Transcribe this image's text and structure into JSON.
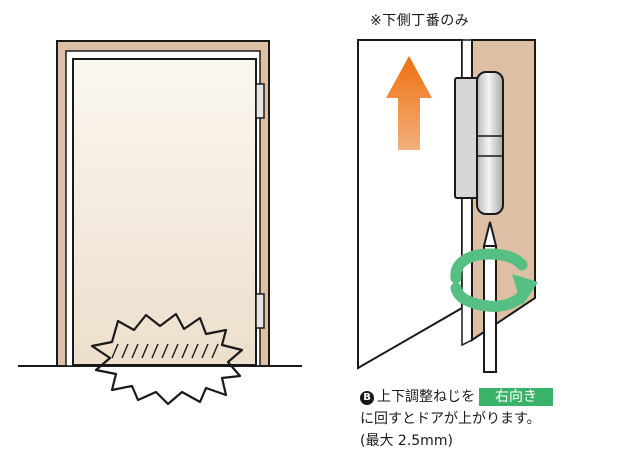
{
  "note": "※下側丁番のみ",
  "caption": {
    "step": "B",
    "line1_text": "上下調整ねじを",
    "direction_badge": "右向き",
    "line2": "に回すとドアが上がります。",
    "line3": "(最大 2.5mm)"
  },
  "colors": {
    "frame": "#dcbfa4",
    "door": "#f7efe4",
    "arrow_up": "#ee7a1c",
    "rotate_arrow": "#56bf83",
    "badge": "#39b36a"
  },
  "icons": [
    "up-arrow-icon",
    "rotate-arrow-icon",
    "screwdriver-icon",
    "hinge-icon",
    "burst-icon"
  ]
}
